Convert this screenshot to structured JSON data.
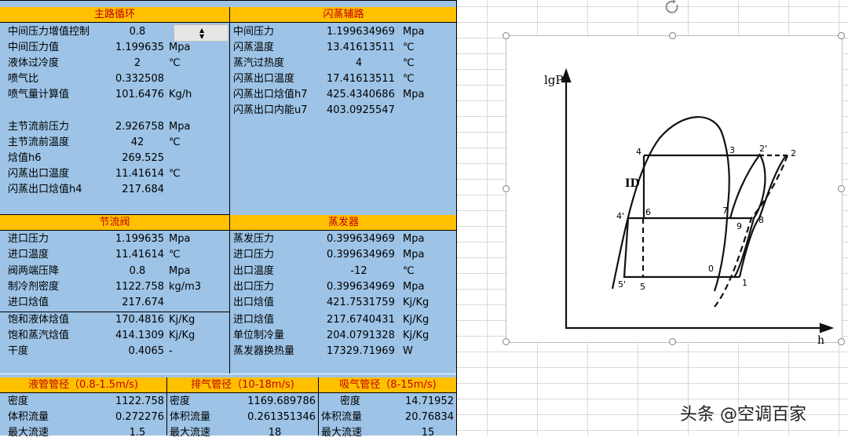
{
  "main_loop": {
    "title": "主路循环",
    "rows": [
      {
        "label": "中间压力增值控制",
        "value": "0.8",
        "unit": ""
      },
      {
        "label": "中间压力值",
        "value": "1.199635",
        "unit": "Mpa"
      },
      {
        "label": "液体过冷度",
        "value": "2",
        "unit": "℃"
      },
      {
        "label": "喷气比",
        "value": "0.332508",
        "unit": ""
      },
      {
        "label": "喷气量计算值",
        "value": "101.6476",
        "unit": "Kg/h"
      },
      {
        "label": "",
        "value": "",
        "unit": ""
      },
      {
        "label": "主节流前压力",
        "value": "2.926758",
        "unit": "Mpa"
      },
      {
        "label": "主节流前温度",
        "value": "42",
        "unit": "℃"
      },
      {
        "label": "焓值h6",
        "value": "269.525",
        "unit": ""
      },
      {
        "label": "闪蒸出口温度",
        "value": "11.41614",
        "unit": "℃"
      },
      {
        "label": "闪蒸出口焓值h4",
        "value": "217.684",
        "unit": ""
      }
    ]
  },
  "flash_branch": {
    "title": "闪蒸辅路",
    "rows": [
      {
        "label": "中间压力",
        "value": "1.199634969",
        "unit": "Mpa"
      },
      {
        "label": "闪蒸温度",
        "value": "13.41613511",
        "unit": "℃"
      },
      {
        "label": "蒸汽过热度",
        "value": "4",
        "unit": "℃"
      },
      {
        "label": "闪蒸出口温度",
        "value": "17.41613511",
        "unit": "℃"
      },
      {
        "label": "闪蒸出口焓值h7",
        "value": "425.4340686",
        "unit": "Mpa"
      },
      {
        "label": "闪蒸出口内能u7",
        "value": "403.0925547",
        "unit": ""
      }
    ]
  },
  "throttle": {
    "title": "节流阀",
    "rows": [
      {
        "label": "进口压力",
        "value": "1.199635",
        "unit": "Mpa"
      },
      {
        "label": "进口温度",
        "value": "11.41614",
        "unit": "℃"
      },
      {
        "label": "阀两端压降",
        "value": "0.8",
        "unit": "Mpa"
      },
      {
        "label": "制冷剂密度",
        "value": "1122.758",
        "unit": "kg/m3"
      },
      {
        "label": "进口焓值",
        "value": "217.674",
        "unit": ""
      },
      {
        "label": "饱和液体焓值",
        "value": "170.4816",
        "unit": "Kj/Kg"
      },
      {
        "label": "饱和蒸汽焓值",
        "value": "414.1309",
        "unit": "Kj/Kg"
      },
      {
        "label": "干度",
        "value": "0.4065",
        "unit": "-"
      }
    ]
  },
  "evaporator": {
    "title": "蒸发器",
    "rows": [
      {
        "label": "蒸发压力",
        "value": "0.399634969",
        "unit": "Mpa"
      },
      {
        "label": "进口压力",
        "value": "0.399634969",
        "unit": "Mpa"
      },
      {
        "label": "出口温度",
        "value": "-12",
        "unit": "℃"
      },
      {
        "label": "出口压力",
        "value": "0.399634969",
        "unit": "Mpa"
      },
      {
        "label": "出口焓值",
        "value": "421.7531759",
        "unit": "Kj/Kg"
      },
      {
        "label": "进口焓值",
        "value": "217.6740431",
        "unit": "Kj/Kg"
      },
      {
        "label": "单位制冷量",
        "value": "204.0791328",
        "unit": "Kj/Kg"
      },
      {
        "label": "蒸发器换热量",
        "value": "17329.71969",
        "unit": "W"
      }
    ]
  },
  "pipes": {
    "liquid": {
      "title": "液管管径（0.8-1.5m/s)",
      "density_label": "密度",
      "density": "1122.758",
      "flow_label": "体积流量",
      "flow": "0.272276",
      "speed_label": "最大流速",
      "speed": "1.5"
    },
    "discharge": {
      "title": "排气管径（10-18m/s)",
      "density_label": "密度",
      "density": "1169.689786",
      "flow_label": "体积流量",
      "flow": "0.261351346",
      "speed_label": "最大流速",
      "speed": "18"
    },
    "suction": {
      "title": "吸气管径（8-15m/s)",
      "density_label": "密度",
      "density": "14.71952",
      "flow_label": "体积流量",
      "flow": "20.76834",
      "speed_label": "最大流速",
      "speed": "15"
    }
  },
  "diagram": {
    "y_axis_label": "lgP",
    "x_axis_label": "h",
    "region_label": "ID",
    "points": [
      "4",
      "3",
      "2'",
      "2",
      "4'",
      "6",
      "7",
      "9",
      "8",
      "0",
      "1",
      "5'",
      "5"
    ]
  },
  "watermark": "头条 @空调百家",
  "colors": {
    "header_bg": "#ffc000",
    "header_text": "#c00000",
    "cell_bg": "#9dc3e6"
  }
}
